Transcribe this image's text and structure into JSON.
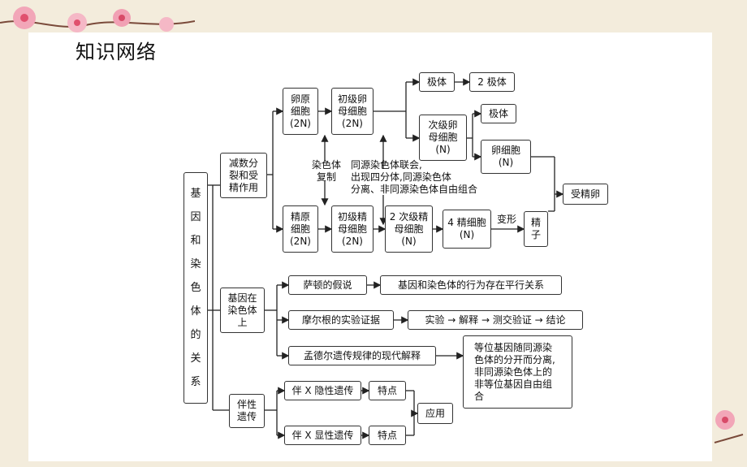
{
  "title": "知识网络",
  "root": "基\n因\n和\n染\n色\n体\n的\n关\n系",
  "meiosis": {
    "label": "减数分\n裂和受\n精作用",
    "oogonium": "卵原\n细胞\n(2N)",
    "primary_oocyte": "初级卵\n母细胞\n(2N)",
    "polar_body_1": "极体",
    "polar_body_2": "2 极体",
    "secondary_oocyte": "次级卵\n母细胞\n(N)",
    "polar_body_3": "极体",
    "egg": "卵细胞\n(N)",
    "fertilization": "受精卵",
    "replication_note": "染色体\n复制",
    "synapsis_note": "同源染色体联会,\n出现四分体,同源染色体\n分离、非同源染色体自由组合",
    "spermatogonium": "精原\n细胞\n(2N)",
    "primary_spermatocyte": "初级精\n母细胞\n(2N)",
    "secondary_spermatocyte": "2 次级精\n母细胞\n(N)",
    "spermatid": "4 精细胞\n(N)",
    "transform_note": "变形",
    "sperm": "精\n子"
  },
  "genes_on_chromosomes": {
    "label": "基因在\n染色体\n上",
    "sutton": "萨顿的假说",
    "sutton_result": "基因和染色体的行为存在平行关系",
    "morgan": "摩尔根的实验证据",
    "morgan_steps": "实验 → 解释 → 测交验证 → 结论",
    "mendel": "孟德尔遗传规律的现代解释",
    "mendel_explain": "等位基因随同源染\n色体的分开而分离,\n非同源染色体上的\n非等位基因自由组\n合"
  },
  "sex_linked": {
    "label": "伴性\n遗传",
    "x_recessive": "伴 X 隐性遗传",
    "x_dominant": "伴 X 显性遗传",
    "feature_1": "特点",
    "feature_2": "特点",
    "application": "应用"
  }
}
